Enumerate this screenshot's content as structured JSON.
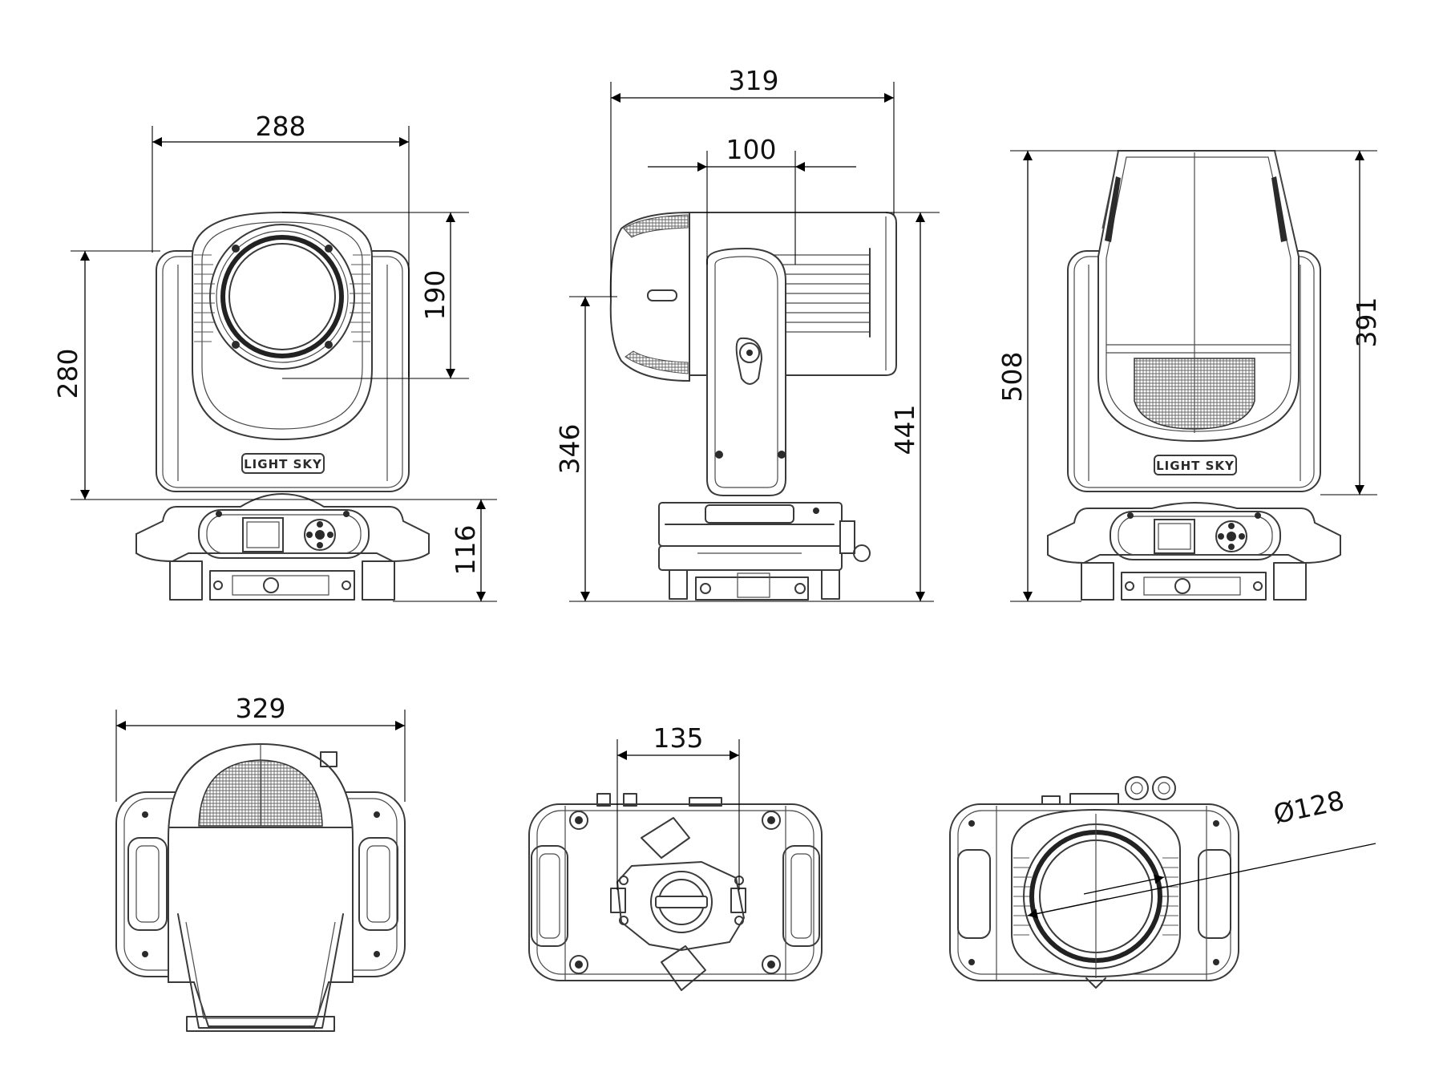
{
  "dimensions": {
    "front_width": "288",
    "front_head_height": "280",
    "front_lens_height": "190",
    "front_base_height": "116",
    "side_total_width": "319",
    "side_arm_width": "100",
    "side_pivot_height": "346",
    "side_total_height": "441",
    "back_total_height": "508",
    "back_head_height": "391",
    "top_width": "329",
    "bottom_clamp_width": "135",
    "lens_diameter": "Ø128"
  },
  "logo": {
    "front": "LIGHT SKY",
    "back": "LIGHT SKY"
  }
}
